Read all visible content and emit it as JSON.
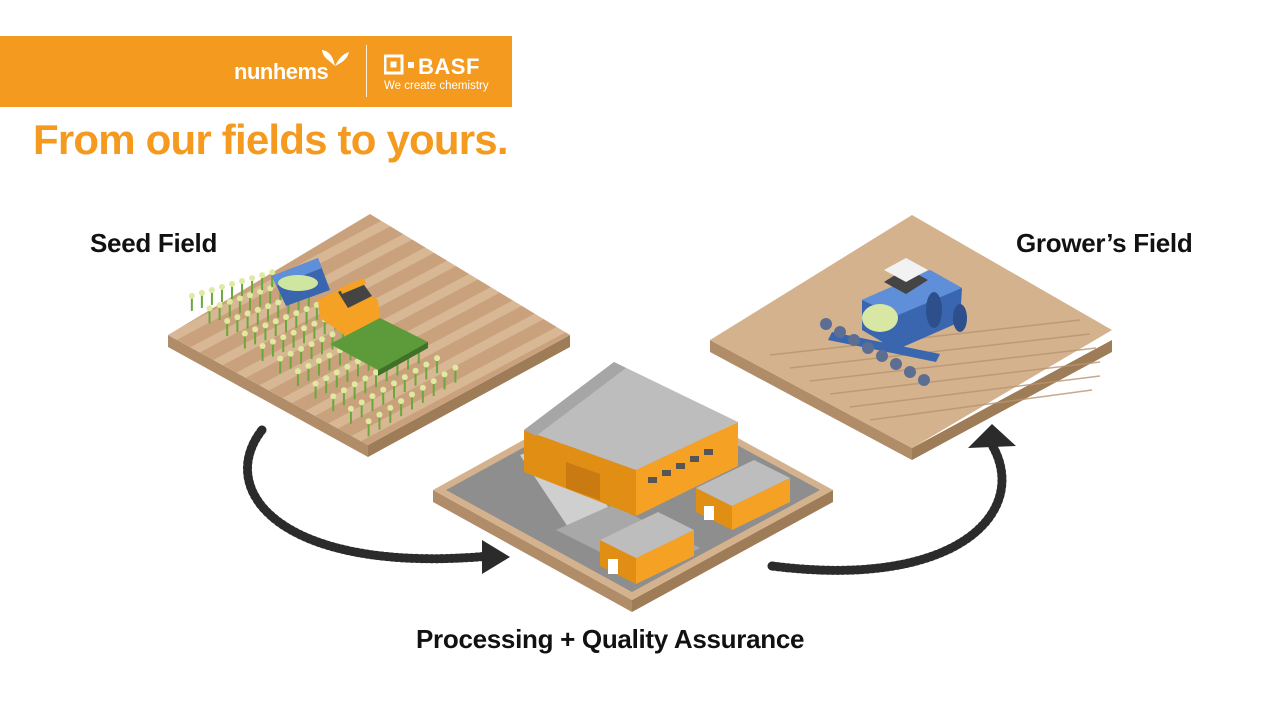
{
  "header": {
    "brand_left": "nunhems",
    "brand_right": "BASF",
    "tagline": "We create chemistry",
    "headline": "From our fields to yours."
  },
  "diagram": {
    "nodes": [
      {
        "id": "seed",
        "label": "Seed Field"
      },
      {
        "id": "processing",
        "label": "Processing + Quality Assurance"
      },
      {
        "id": "grower",
        "label": "Grower’s Field"
      }
    ],
    "edges": [
      {
        "from": "seed",
        "to": "processing"
      },
      {
        "from": "processing",
        "to": "grower"
      }
    ]
  },
  "colors": {
    "brand_orange": "#f39a1f",
    "soil": "#d4b28e",
    "soil_side": "#b08c68",
    "building_orange": "#f5a224",
    "roof_gray": "#b4b4b4",
    "tractor_blue": "#4a7bc8",
    "plant_green": "#7fbf4a"
  }
}
